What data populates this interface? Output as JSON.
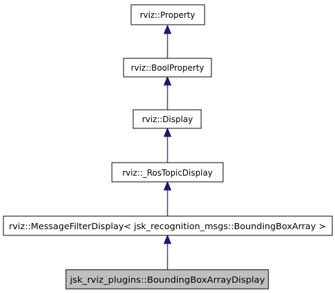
{
  "diagram": {
    "type": "inheritance-graph",
    "nodes": [
      {
        "id": "property",
        "label": "rviz::Property",
        "highlighted": false
      },
      {
        "id": "boolproperty",
        "label": "rviz::BoolProperty",
        "highlighted": false
      },
      {
        "id": "display",
        "label": "rviz::Display",
        "highlighted": false
      },
      {
        "id": "rostopicdisplay",
        "label": "rviz::_RosTopicDisplay",
        "highlighted": false
      },
      {
        "id": "messagefilterdisplay",
        "label": "rviz::MessageFilterDisplay< jsk_recognition_msgs::BoundingBoxArray >",
        "highlighted": false
      },
      {
        "id": "boundingboxarraydisplay",
        "label": "jsk_rviz_plugins::BoundingBoxArrayDisplay",
        "highlighted": true
      }
    ],
    "edges": [
      {
        "from": "boolproperty",
        "to": "property"
      },
      {
        "from": "display",
        "to": "boolproperty"
      },
      {
        "from": "rostopicdisplay",
        "to": "display"
      },
      {
        "from": "messagefilterdisplay",
        "to": "rostopicdisplay"
      },
      {
        "from": "boundingboxarraydisplay",
        "to": "messagefilterdisplay"
      }
    ],
    "colors": {
      "edge": "#191970",
      "node_border": "#000000",
      "node_fill": "#ffffff",
      "highlight_fill": "#bfbfbf"
    }
  }
}
